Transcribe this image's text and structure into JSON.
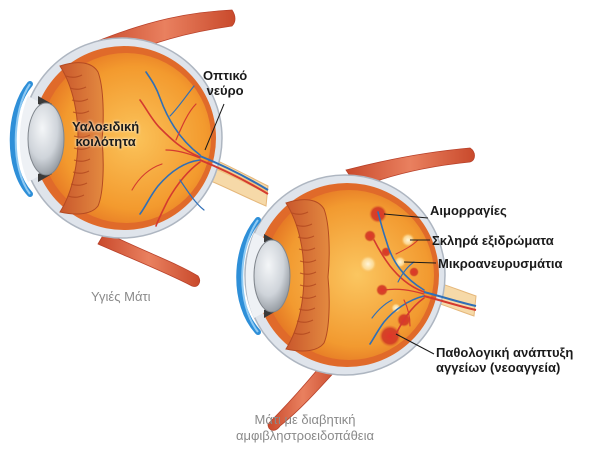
{
  "healthy_eye": {
    "caption": "Υγιές Μάτι",
    "labels": {
      "optic_nerve_line1": "Οπτικό",
      "optic_nerve_line2": "νεύρο",
      "vitreous_line1": "Υαλοειδική",
      "vitreous_line2": "κοιλότητα"
    }
  },
  "diabetic_eye": {
    "caption_line1": "Μάτι με διαβητική",
    "caption_line2": "αμφιβληστροειδοπάθεια",
    "labels": {
      "hemorrhages": "Αιμορραγίες",
      "hard_exudates": "Σκληρά εξιδρώματα",
      "microaneurysms": "Μικροανευρυσμάτια",
      "neovascularization_line1": "Παθολογική ανάπτυξη",
      "neovascularization_line2": "αγγείων (νεοαγγεία)"
    }
  },
  "colors": {
    "sclera": "#d7dde6",
    "choroid": "#e9742e",
    "vitreous": "#f4a23a",
    "lens": "#bfc4cb",
    "cornea": "#2d8fd8",
    "muscle": "#d95a3a",
    "artery": "#d43a2f",
    "vein": "#2f6fb7",
    "hemorrhage": "#c8201a",
    "exudate": "#fff1c9",
    "caption": "#8a8a8a"
  }
}
